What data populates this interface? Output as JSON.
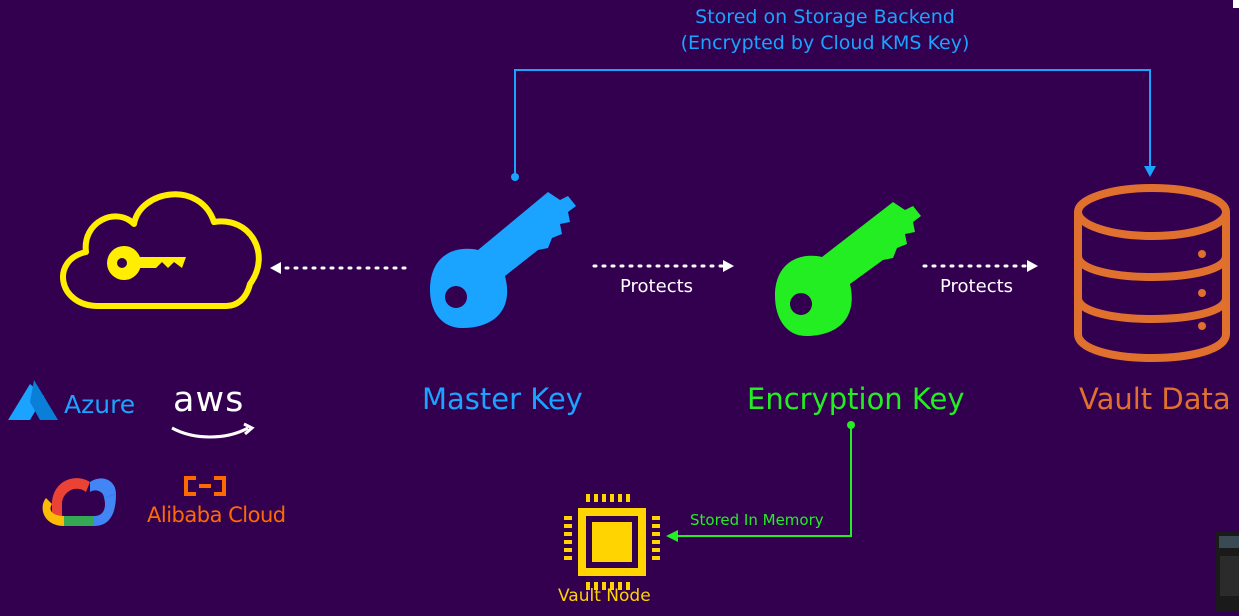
{
  "labels": {
    "storage_line1": "Stored on Storage Backend",
    "storage_line2": "(Encrypted by Cloud KMS Key)",
    "master_key": "Master Key",
    "encryption_key": "Encryption Key",
    "vault_data": "Vault Data",
    "protects_1": "Protects",
    "protects_2": "Protects",
    "stored_in_memory": "Stored In Memory",
    "vault_node": "Vault Node"
  },
  "providers": {
    "azure": "Azure",
    "aws": "aws",
    "alibaba": "Alibaba Cloud",
    "gcp_icon": "google-cloud-icon"
  },
  "icons": [
    "cloud-key-icon",
    "master-key-icon",
    "encryption-key-icon",
    "database-icon",
    "chip-icon"
  ],
  "colors": {
    "background": "#33004f",
    "master": "#1aa3ff",
    "encryption": "#22ee22",
    "vault": "#e0702e",
    "kms": "#ffee00",
    "node": "#ffd400"
  }
}
